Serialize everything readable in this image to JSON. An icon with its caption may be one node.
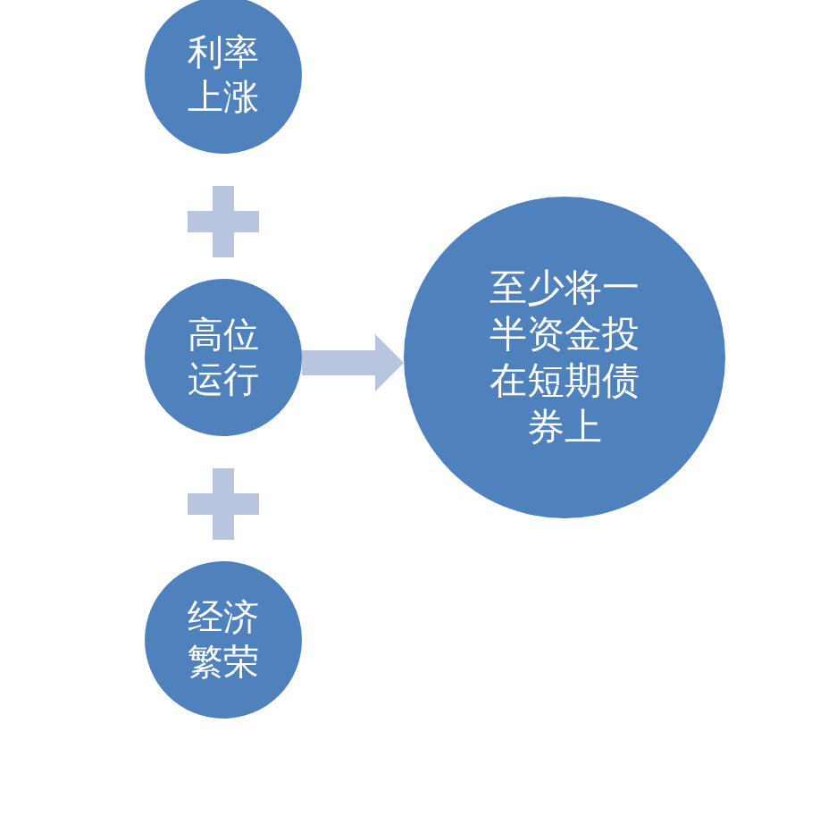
{
  "diagram": {
    "nodes": [
      {
        "text": [
          "利率上涨"
        ]
      },
      {
        "text": [
          "高位运行"
        ]
      },
      {
        "text": [
          "经济繁荣"
        ]
      },
      {
        "text": [
          "至少将一半资金投在短期债券上"
        ]
      }
    ],
    "edges": [
      {
        "from": 1,
        "to": 3,
        "arrow": "to"
      }
    ]
  }
}
